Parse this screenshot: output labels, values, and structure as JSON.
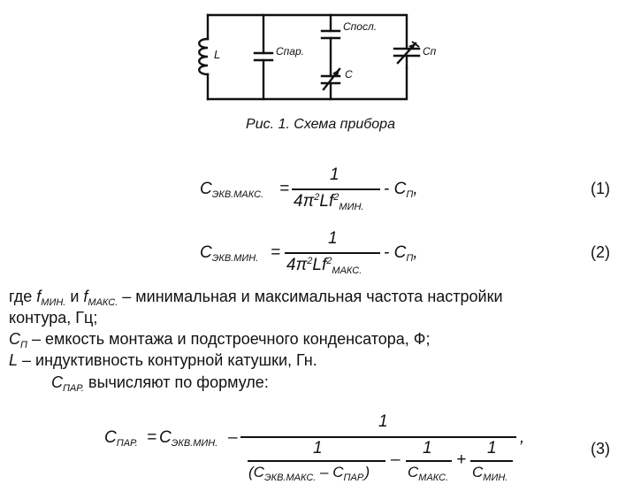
{
  "circuit": {
    "labels": {
      "L": "L",
      "c_par": "Cпар.",
      "c_posl": "Cпосл.",
      "c": "C",
      "c_p": "Cп"
    }
  },
  "caption": "Рис. 1. Схема прибора",
  "eq1": {
    "lhs_main": "C",
    "lhs_sub": "ЭКВ.МАКС.",
    "equals": "=",
    "num": "1",
    "den_a": "4π",
    "den_sup1": "2",
    "den_b": "Lf",
    "den_sup2": "2",
    "den_sub": "МИН.",
    "tail": "- C",
    "tail_sub": "П",
    "comma": ",",
    "number": "(1)"
  },
  "eq2": {
    "lhs_main": "C",
    "lhs_sub": "ЭКВ.МИН.",
    "equals": "=",
    "num": "1",
    "den_a": "4π",
    "den_sup1": "2",
    "den_b": "Lf",
    "den_sup2": "2",
    "den_sub": "МАКС.",
    "tail": "- C",
    "tail_sub": "П",
    "comma": ",",
    "number": "(2)"
  },
  "text": {
    "line1_a": "где ",
    "f1": "f",
    "f1_sub": "МИН.",
    "line1_b": " и ",
    "f2": "f",
    "f2_sub": "МАКС.",
    "line1_c": " – минимальная и максимальная частота настройки",
    "line2": "контура, Гц;",
    "line3_sym": "C",
    "line3_sub": "П",
    "line3_rest": " – емкость монтажа и подстроечного конденсатора, Ф;",
    "line4_sym": "L",
    "line4_rest": " – индуктивность контурной катушки, Гн.",
    "line5_sym": "C",
    "line5_sub": "ПАР.",
    "line5_rest": " вычисляют по формуле:"
  },
  "eq3": {
    "lhs_main": "C",
    "lhs_sub": "ПАР.",
    "equals": "=",
    "c_main": "C",
    "c_sub": "ЭКВ.МИН.",
    "minus": "–",
    "num": "1",
    "f1_num": "1",
    "f1_den_open": "(C",
    "f1_den_sub1": "ЭКВ.МАКС.",
    "f1_den_mid": " – C",
    "f1_den_sub2": "ПАР.",
    "f1_den_close": ")",
    "minus2": "–",
    "f2_num": "1",
    "f2_den": "C",
    "f2_den_sub": "МАКС.",
    "plus": "+",
    "f3_num": "1",
    "f3_den": "C",
    "f3_den_sub": "МИН.",
    "comma": ",",
    "number": "(3)"
  }
}
